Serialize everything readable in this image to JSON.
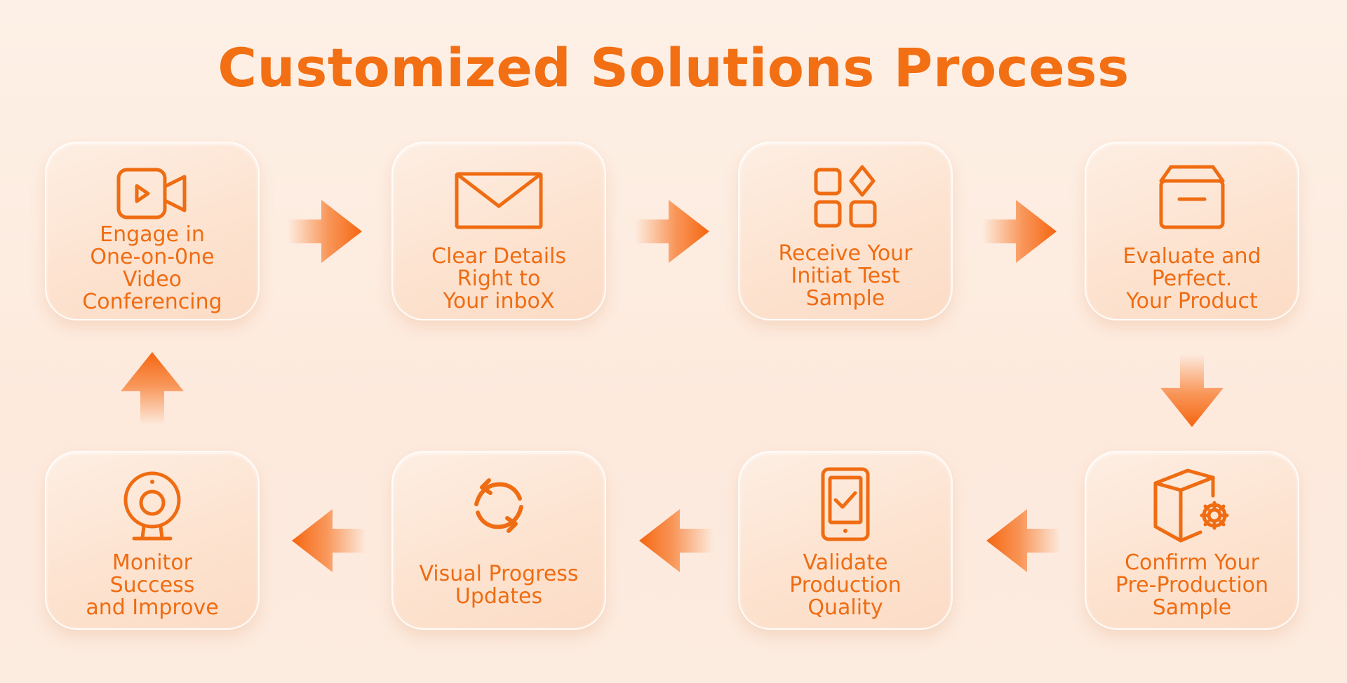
{
  "title": "Customized Solutions Process",
  "accent_color": "#ef6c12",
  "steps": [
    {
      "label": "Engage in\nOne-on-0ne\nVideo\nConferencing",
      "icon": "video-camera-icon"
    },
    {
      "label": "Clear Details\nRight to\nYour inboX",
      "icon": "envelope-icon"
    },
    {
      "label": "Receive Your\nInitiat Test\nSample",
      "icon": "app-grid-icon"
    },
    {
      "label": "Evaluate and\nPerfect.\nYour Product",
      "icon": "box-icon"
    },
    {
      "label": "Confirm Your\nPre-Production\nSample",
      "icon": "box-gear-icon"
    },
    {
      "label": "Validate\nProduction\nQuality",
      "icon": "phone-check-icon"
    },
    {
      "label": "Visual Progress\nUpdates",
      "icon": "refresh-cycle-icon"
    },
    {
      "label": "Monitor\nSuccess\nand Improve",
      "icon": "webcam-icon"
    }
  ]
}
